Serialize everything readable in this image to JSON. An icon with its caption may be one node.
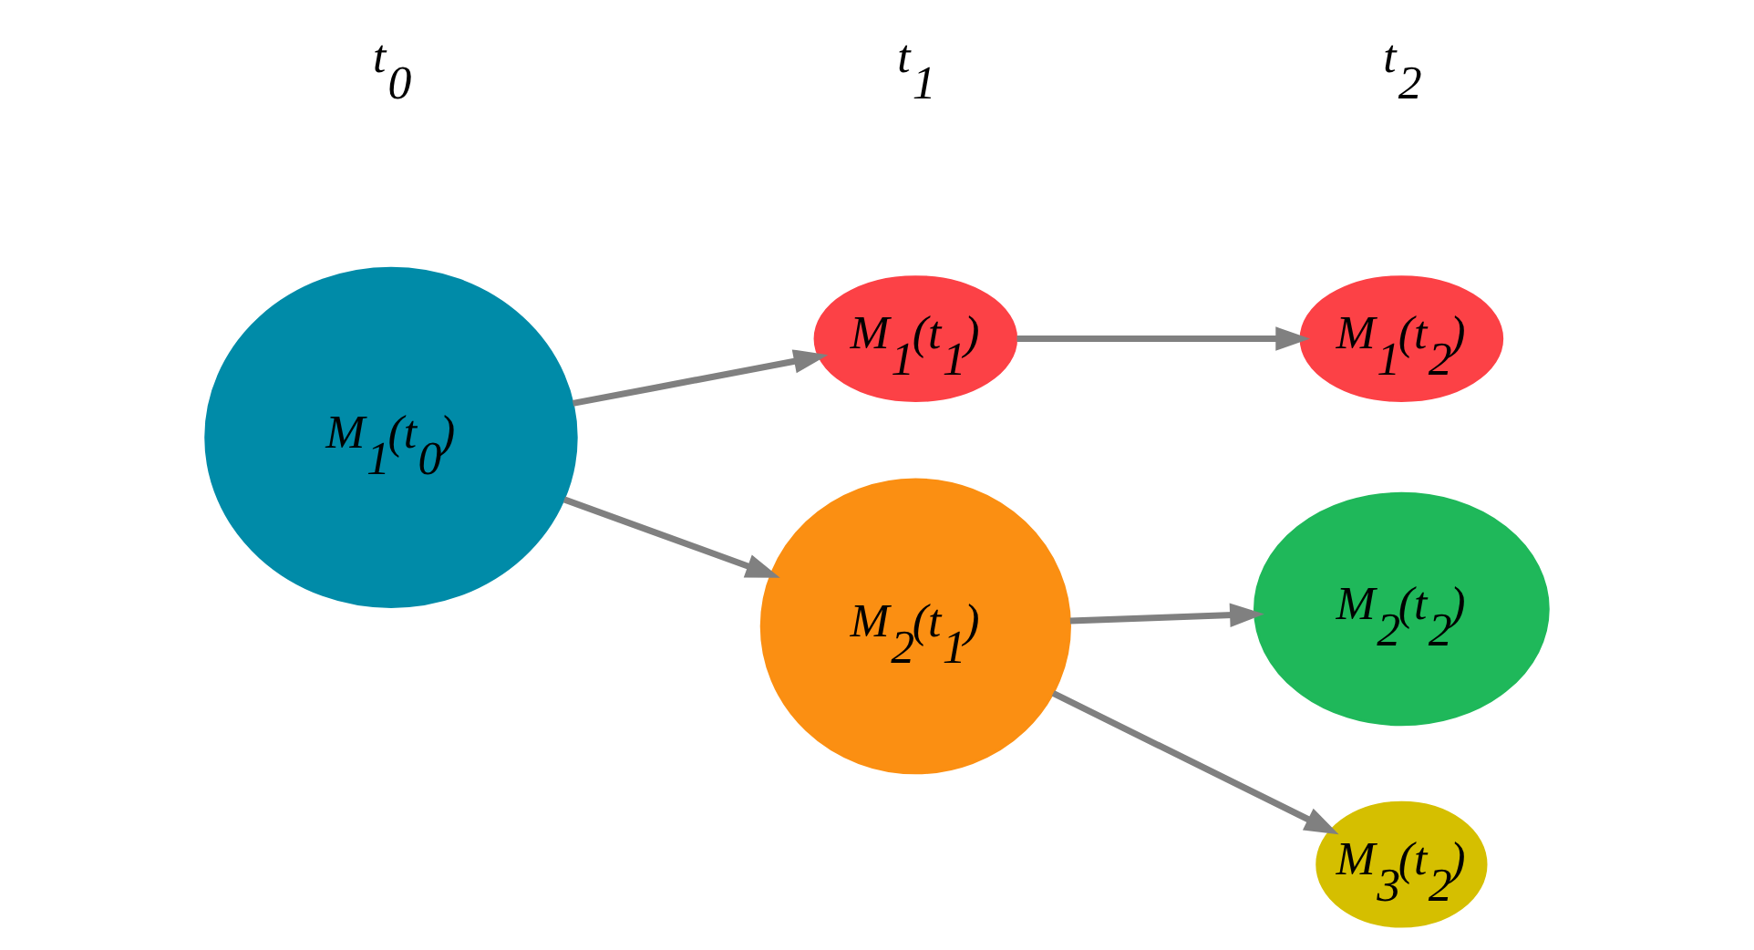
{
  "diagram": {
    "nodes": [
      {
        "text": [
          "M$_{1}$(t$_{0}$)"
        ]
      },
      {
        "text": [
          "M$_{1}$(t$_{1}$)"
        ]
      },
      {
        "text": [
          "M$_{2}$(t$_{1}$)"
        ]
      },
      {
        "text": [
          "M$_{1}$(t$_{2}$)"
        ]
      },
      {
        "text": [
          "M$_{2}$(t$_{2}$)"
        ]
      },
      {
        "text": [
          "M$_{3}$(t$_{2}$)"
        ]
      }
    ],
    "edges": [
      {
        "from": 0,
        "to": 1,
        "arrow": "to"
      },
      {
        "from": 0,
        "to": 2,
        "arrow": "to"
      },
      {
        "from": 1,
        "to": 3,
        "arrow": "to"
      },
      {
        "from": 2,
        "to": 4,
        "arrow": "to"
      },
      {
        "from": 2,
        "to": 5,
        "arrow": "to"
      }
    ],
    "labels": [
      "t$_{0}$",
      "t$_{1}$",
      "t$_{2}$"
    ]
  }
}
